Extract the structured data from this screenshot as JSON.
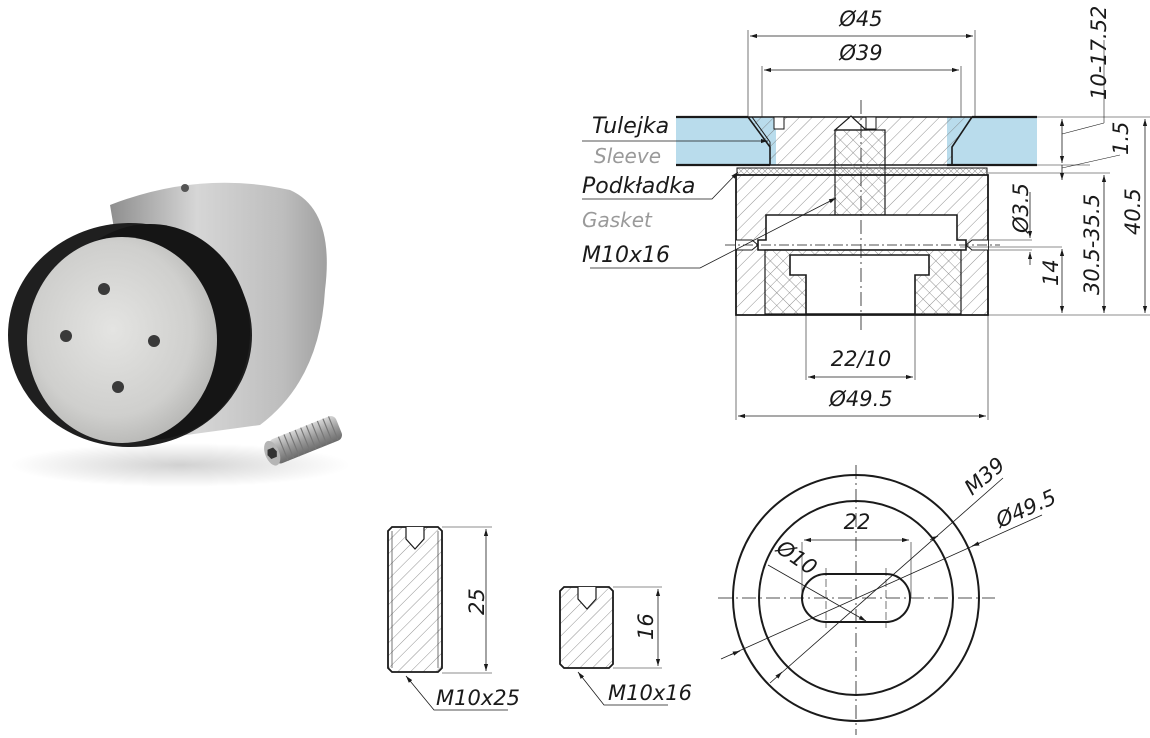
{
  "photo": {
    "subject": "glass-mount-fitting-with-set-screw",
    "colors": {
      "steel": "#c9c9c9",
      "rubber": "#1e1e1e",
      "background": "#ffffff"
    }
  },
  "section_view": {
    "labels": [
      {
        "pl": "Tulejka",
        "en": "Sleeve"
      },
      {
        "pl": "Podkładka",
        "en": "Gasket"
      },
      {
        "pl": "M10x16",
        "en": ""
      }
    ],
    "dimensions": {
      "top_outer": "Ø45",
      "top_inner": "Ø39",
      "glass_thickness": "10-17.52",
      "gasket": "1.5",
      "hole": "Ø3.5",
      "height_14": "14",
      "body_height": "30.5-35.5",
      "total_height": "40.5",
      "slot": "22/10",
      "bottom_diameter": "Ø49.5"
    },
    "colors": {
      "glass": "#b9dcec",
      "line": "#1a1a1a",
      "hatch": "#555555"
    }
  },
  "screws": [
    {
      "label": "M10x25",
      "length": "25"
    },
    {
      "label": "M10x16",
      "length": "16"
    }
  ],
  "plan_view": {
    "dimensions": {
      "slot_length": "22",
      "slot_width": "Ø10",
      "thread": "M39",
      "outer": "Ø49.5"
    }
  }
}
